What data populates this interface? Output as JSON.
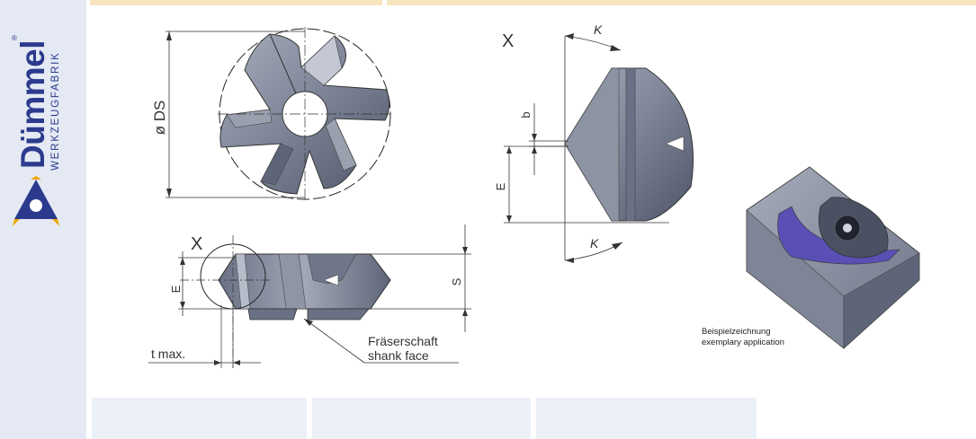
{
  "brand": {
    "name": "Dümmel",
    "registered": "®",
    "tagline": "WERKZEUGFABRIK",
    "colors": {
      "primary": "#2c3a8e",
      "accent": "#f0a500"
    }
  },
  "drawing": {
    "diameter_label": "ø DS",
    "view_x_label": "X",
    "detail_x_label": "X",
    "e_label": "E",
    "s_label": "S",
    "t_max_label": "t max.",
    "shank_de": "Fräserschaft",
    "shank_en": "shank face",
    "b_label": "b",
    "e_detail_label": "E",
    "kappa_top": "K",
    "kappa_bottom": "K",
    "example_de": "Beispielzeichnung",
    "example_en": "exemplary application"
  },
  "colors": {
    "steel": "#7e8597",
    "steel_dark": "#555d70",
    "steel_light": "#b9bfcc",
    "groove": "#5a4fb4",
    "topbar": "#f6e5bf",
    "sidebar": "#e4e9f3"
  }
}
